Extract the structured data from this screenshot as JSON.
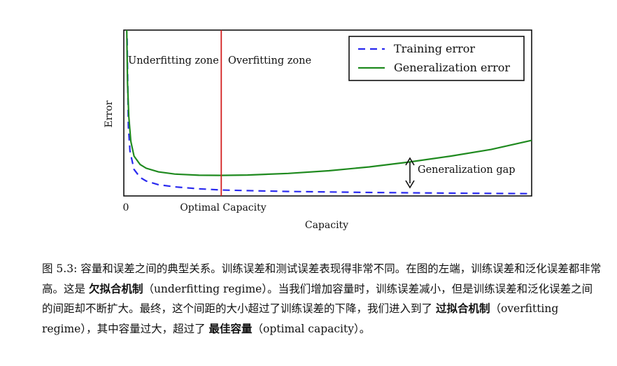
{
  "chart_data": {
    "type": "line",
    "xlabel": "Capacity",
    "ylabel": "Error",
    "x_ticks": [
      {
        "value": 0,
        "label": "0"
      },
      {
        "value": 0.235,
        "label": "Optimal Capacity"
      }
    ],
    "optimal_capacity": 0.235,
    "xlim": [
      0,
      1
    ],
    "ylim": [
      0,
      1
    ],
    "grid": false,
    "legend_position": "top-right",
    "series": [
      {
        "name": "Training error",
        "style": "dashed",
        "color": "#2a2aef",
        "x": [
          0.003,
          0.006,
          0.01,
          0.02,
          0.035,
          0.05,
          0.08,
          0.12,
          0.18,
          0.235,
          0.3,
          0.4,
          0.5,
          0.6,
          0.7,
          0.8,
          0.9,
          1.0
        ],
        "y": [
          0.95,
          0.42,
          0.27,
          0.16,
          0.112,
          0.09,
          0.068,
          0.055,
          0.043,
          0.036,
          0.032,
          0.027,
          0.024,
          0.021,
          0.019,
          0.017,
          0.015,
          0.014
        ]
      },
      {
        "name": "Generalization error",
        "style": "solid",
        "color": "#1f8a1f",
        "x": [
          0.002,
          0.004,
          0.007,
          0.012,
          0.02,
          0.035,
          0.05,
          0.08,
          0.12,
          0.18,
          0.235,
          0.3,
          0.4,
          0.5,
          0.6,
          0.7,
          0.8,
          0.9,
          1.0
        ],
        "y": [
          1.0,
          0.68,
          0.48,
          0.33,
          0.24,
          0.19,
          0.167,
          0.145,
          0.132,
          0.125,
          0.124,
          0.126,
          0.136,
          0.152,
          0.175,
          0.205,
          0.24,
          0.28,
          0.335
        ]
      }
    ],
    "annotations": [
      {
        "text": "Underfitting zone",
        "position": "left of optimal line, upper"
      },
      {
        "text": "Overfitting zone",
        "position": "right of optimal line, upper"
      },
      {
        "text": "Generalization gap",
        "position": "right, between curves"
      }
    ],
    "vline": {
      "x": 0.235,
      "color": "#d42020"
    },
    "gap_arrow_x": 0.71
  },
  "caption": {
    "parts": [
      {
        "text": "图 5.3: 容量和误差之间的典型关系。训练误差和测试误差表现得非常不同。在图的左端，训练误差和泛化误差都非常高。这是 ",
        "bold": false
      },
      {
        "text": "欠拟合机制",
        "bold": true
      },
      {
        "text": "（underfitting regime）。当我们增加容量时，训练误差减小，但是训练误差和泛化误差之间的间距却不断扩大。最终，这个间距的大小超过了训练误差的下降，我们进入到了 ",
        "bold": false
      },
      {
        "text": "过拟合机制",
        "bold": true
      },
      {
        "text": "（overfitting regime），其中容量过大，超过了 ",
        "bold": false
      },
      {
        "text": "最佳容量",
        "bold": true
      },
      {
        "text": "（optimal capacity）。",
        "bold": false
      }
    ]
  }
}
